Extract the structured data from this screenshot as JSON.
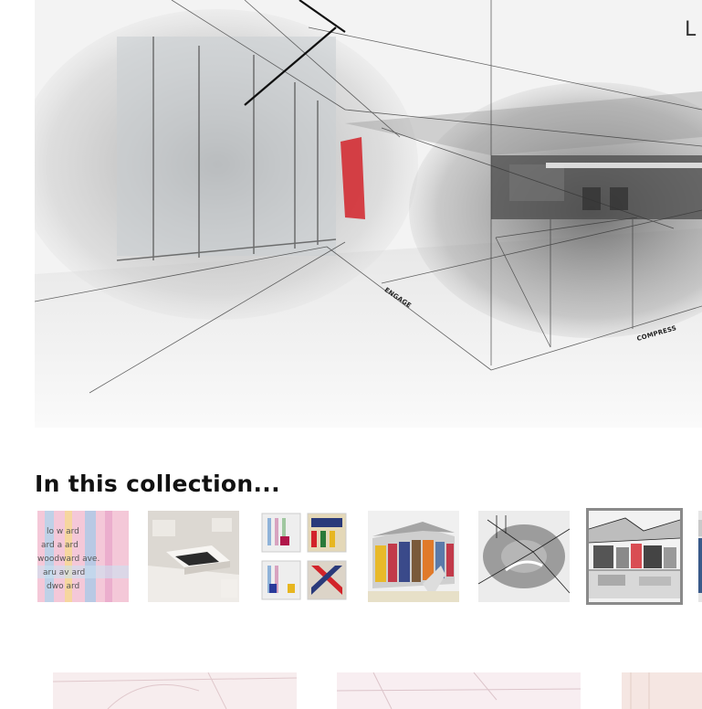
{
  "hero": {
    "title_fragment": "L",
    "labels": {
      "engage": "ENGAGE",
      "compress": "COMPRESS"
    }
  },
  "collection": {
    "heading": "In this collection...",
    "thumbnails": [
      {
        "name": "thumb-woodward-poster",
        "text": "woodward ave."
      },
      {
        "name": "thumb-white-model"
      },
      {
        "name": "thumb-color-grid-boards"
      },
      {
        "name": "thumb-colorful-building-model"
      },
      {
        "name": "thumb-sketch-perspective"
      },
      {
        "name": "thumb-section-drawing",
        "active": true
      },
      {
        "name": "thumb-partial"
      }
    ]
  },
  "colors": {
    "accent_red": "#d2232a",
    "active_border": "#8a8a8a",
    "heading": "#111111"
  }
}
